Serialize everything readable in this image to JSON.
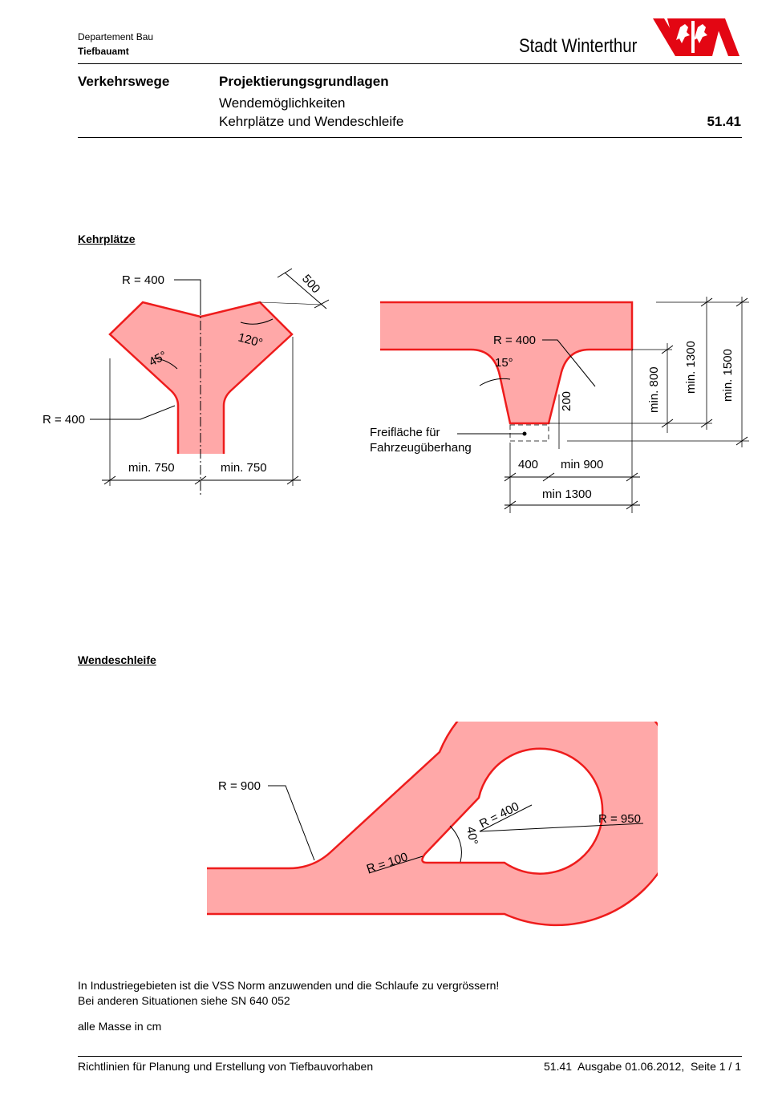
{
  "header": {
    "department": "Departement Bau",
    "office": "Tiefbauamt",
    "city": "Stadt Winterthur",
    "category": "Verkehrswege",
    "doc_title": "Projektierungsgrundlagen",
    "subtitle1": "Wendemöglichkeiten",
    "subtitle2": "Kehrplätze und Wendeschleife",
    "number": "51.41"
  },
  "sections": {
    "kehrplaetze": "Kehrplätze",
    "wendeschleife": "Wendeschleife"
  },
  "diagram1": {
    "r_top": "R = 400",
    "r_left": "R = 400",
    "dim_500": "500",
    "angle_120": "120°",
    "angle_45": "45°",
    "min_left": "min. 750",
    "min_right": "min. 750"
  },
  "diagram2": {
    "r_400": "R = 400",
    "angle_15": "15°",
    "dim_200": "200",
    "free_area_1": "Freifläche für",
    "free_area_2": "Fahrzeugüberhang",
    "dim_400": "400",
    "dim_min900": "min   900",
    "dim_min1300": "min 1300",
    "v_min800": "min. 800",
    "v_min1300": "min. 1300",
    "v_min1500": "min. 1500"
  },
  "diagram3": {
    "r_900": "R = 900",
    "r_400": "R = 400",
    "r_100": "R = 100",
    "r_950": "R = 950",
    "angle_40": "40°"
  },
  "notes": {
    "line1": "In Industriegebieten ist die VSS Norm anzuwenden und die Schlaufe zu vergrössern!",
    "line2": "Bei anderen Situationen siehe SN 640 052",
    "line3": "alle Masse in cm"
  },
  "footer": {
    "left": "Richtlinien für Planung und Erstellung von Tiefbauvorhaben",
    "right": "51.41  Ausgabe 01.06.2012,  Seite 1 / 1"
  },
  "colors": {
    "fill": "#ffa8a8",
    "stroke": "#ee1c1c",
    "logo": "#e30613"
  }
}
